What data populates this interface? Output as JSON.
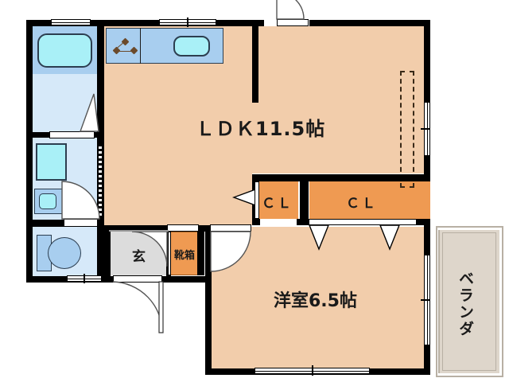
{
  "plan": {
    "type": "floor-plan",
    "layout_name": "1LDK",
    "rooms": [
      {
        "key": "ldk",
        "label": "ＬＤＫ11.5帖",
        "area_jo": 11.5,
        "fill": "#f2cdab"
      },
      {
        "key": "bedroom",
        "label": "洋室6.5帖",
        "area_jo": 6.5,
        "fill": "#f2cdab"
      },
      {
        "key": "closet1",
        "label": "ＣＬ",
        "fill": "#ef9a52"
      },
      {
        "key": "closet2",
        "label": "ＣＬ",
        "fill": "#ef9a52"
      },
      {
        "key": "genkan",
        "label": "玄",
        "fill": "#dcdcdc"
      },
      {
        "key": "shoebox",
        "label": "靴箱",
        "fill": "#ef9a52"
      },
      {
        "key": "veranda",
        "label": "ベランダ",
        "fill": "#ded6cb"
      },
      {
        "key": "bath",
        "label": "",
        "fill": "#a8ceef"
      },
      {
        "key": "washroom",
        "label": "",
        "fill": "#d6e9f9"
      },
      {
        "key": "toilet",
        "label": "",
        "fill": "#d6e9f9"
      }
    ],
    "fixtures": [
      {
        "key": "bathtub",
        "icon": "bathtub-icon"
      },
      {
        "key": "stove",
        "icon": "stove-icon",
        "burners": 3
      },
      {
        "key": "kitchen-sink",
        "icon": "kitchen-sink-icon"
      },
      {
        "key": "washer-space",
        "icon": "washing-machine-icon"
      },
      {
        "key": "vanity-basin",
        "icon": "wash-basin-icon"
      },
      {
        "key": "toilet-bowl",
        "icon": "toilet-icon"
      },
      {
        "key": "loft-storage",
        "icon": "dashed-storage-icon"
      }
    ],
    "colors": {
      "wall": "#000000",
      "room_floor": "#f2cdab",
      "closet": "#ef9a52",
      "water_area": "#a8ceef",
      "water_area_light": "#d6e9f9",
      "fixture": "#a9f0f7",
      "genkan": "#dcdcdc",
      "veranda": "#ded6cb",
      "text": "#1a1a1a",
      "background": "#ffffff"
    }
  }
}
